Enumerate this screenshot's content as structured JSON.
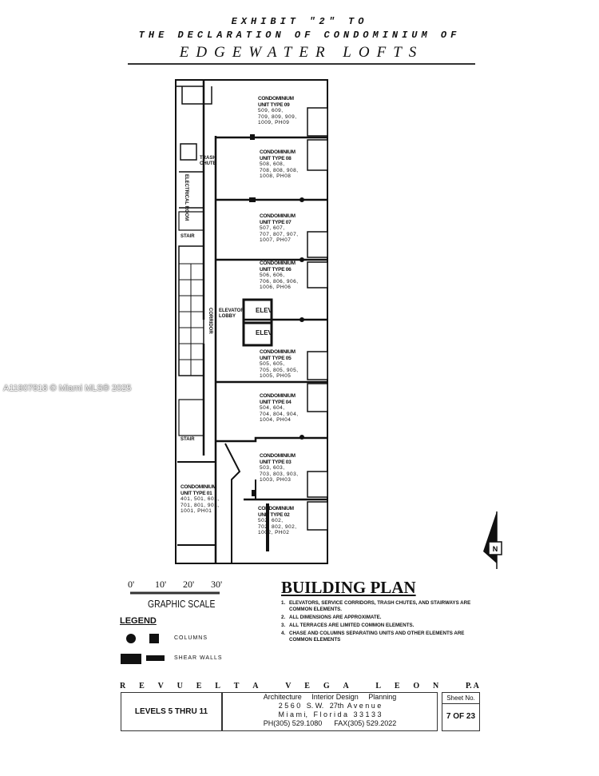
{
  "header": {
    "line1": "EXHIBIT \"2\" TO",
    "line2": "THE DECLARATION OF CONDOMINIUM OF",
    "line3": "EDGEWATER LOFTS"
  },
  "watermark": "A11907818 © Miami MLS® 2025",
  "plan": {
    "units": [
      {
        "title": "CONDOMINIUM",
        "type": "UNIT TYPE 09",
        "numbers": [
          "509, 609,",
          "709, 809, 909,",
          "1009, PH09"
        ]
      },
      {
        "title": "CONDOMINIUM",
        "type": "UNIT TYPE 08",
        "numbers": [
          "508, 608,",
          "708, 808, 908,",
          "1008, PH08"
        ]
      },
      {
        "title": "CONDOMINIUM",
        "type": "UNIT TYPE 07",
        "numbers": [
          "507, 607,",
          "707, 807, 907,",
          "1007, PH07"
        ]
      },
      {
        "title": "CONDOMINIUM",
        "type": "UNIT TYPE 06",
        "numbers": [
          "506, 606,",
          "706, 806, 906,",
          "1006, PH06"
        ]
      },
      {
        "title": "CONDOMINIUM",
        "type": "UNIT TYPE 05",
        "numbers": [
          "505, 605,",
          "705, 805, 905,",
          "1005, PH05"
        ]
      },
      {
        "title": "CONDOMINIUM",
        "type": "UNIT TYPE 04",
        "numbers": [
          "504, 604,",
          "704, 804, 904,",
          "1004, PH04"
        ]
      },
      {
        "title": "CONDOMINIUM",
        "type": "UNIT TYPE 03",
        "numbers": [
          "503, 603,",
          "703, 803, 903,",
          "1003, PH03"
        ]
      },
      {
        "title": "CONDOMINIUM",
        "type": "UNIT TYPE 02",
        "numbers": [
          "502, 602,",
          "702, 802, 902,",
          "1002, PH02"
        ]
      },
      {
        "title": "CONDOMINIUM",
        "type": "UNIT TYPE 01",
        "numbers": [
          "401, 501, 601,",
          "701, 801, 901,",
          "1001, PH01"
        ]
      }
    ],
    "labels": {
      "trash": "TRASH CHUTE",
      "electrical": "ELECTRICAL ROOM",
      "stair": "STAIR",
      "corridor": "CORRIDOR",
      "elevator_lobby": "ELEVATOR LOBBY",
      "elev": "ELEV"
    },
    "north": "N"
  },
  "scale": {
    "ticks": [
      "0'",
      "10'",
      "20'",
      "30'"
    ],
    "label": "GRAPHIC SCALE"
  },
  "legend": {
    "title": "LEGEND",
    "columns": "COLUMNS",
    "shear_walls": "SHEAR WALLS"
  },
  "building_plan": {
    "title": "BUILDING PLAN",
    "notes": [
      {
        "n": "1.",
        "text": "ELEVATORS, SERVICE CORRIDORS, TRASH CHUTES, AND STAIRWAYS ARE COMMON ELEMENTS."
      },
      {
        "n": "2.",
        "text": "ALL DIMENSIONS ARE APPROXIMATE."
      },
      {
        "n": "3.",
        "text": "ALL TERRACES ARE LIMITED COMMON ELEMENTS."
      },
      {
        "n": "4.",
        "text": "CHASE AND COLUMNS SEPARATING UNITS AND OTHER ELEMENTS ARE COMMON ELEMENTS"
      }
    ]
  },
  "title_block": {
    "firm": [
      "R",
      "E",
      "V",
      "U",
      "E",
      "L",
      "T",
      "A",
      "V",
      "E",
      "G",
      "A",
      "L",
      "E",
      "O",
      "N",
      "P. A"
    ],
    "levels": "LEVELS 5 THRU 11",
    "services": "Architecture     Interior Design     Planning",
    "address1": "2 5 6 0   S. W.   27th  A v e n u e",
    "address2": "M i a m i,   F l o r i d a   3 3 1 3 3",
    "phone": "PH(305) 529.1080      FAX(305) 529.2022",
    "sheet_label": "Sheet No.",
    "sheet": "7 OF 23"
  }
}
